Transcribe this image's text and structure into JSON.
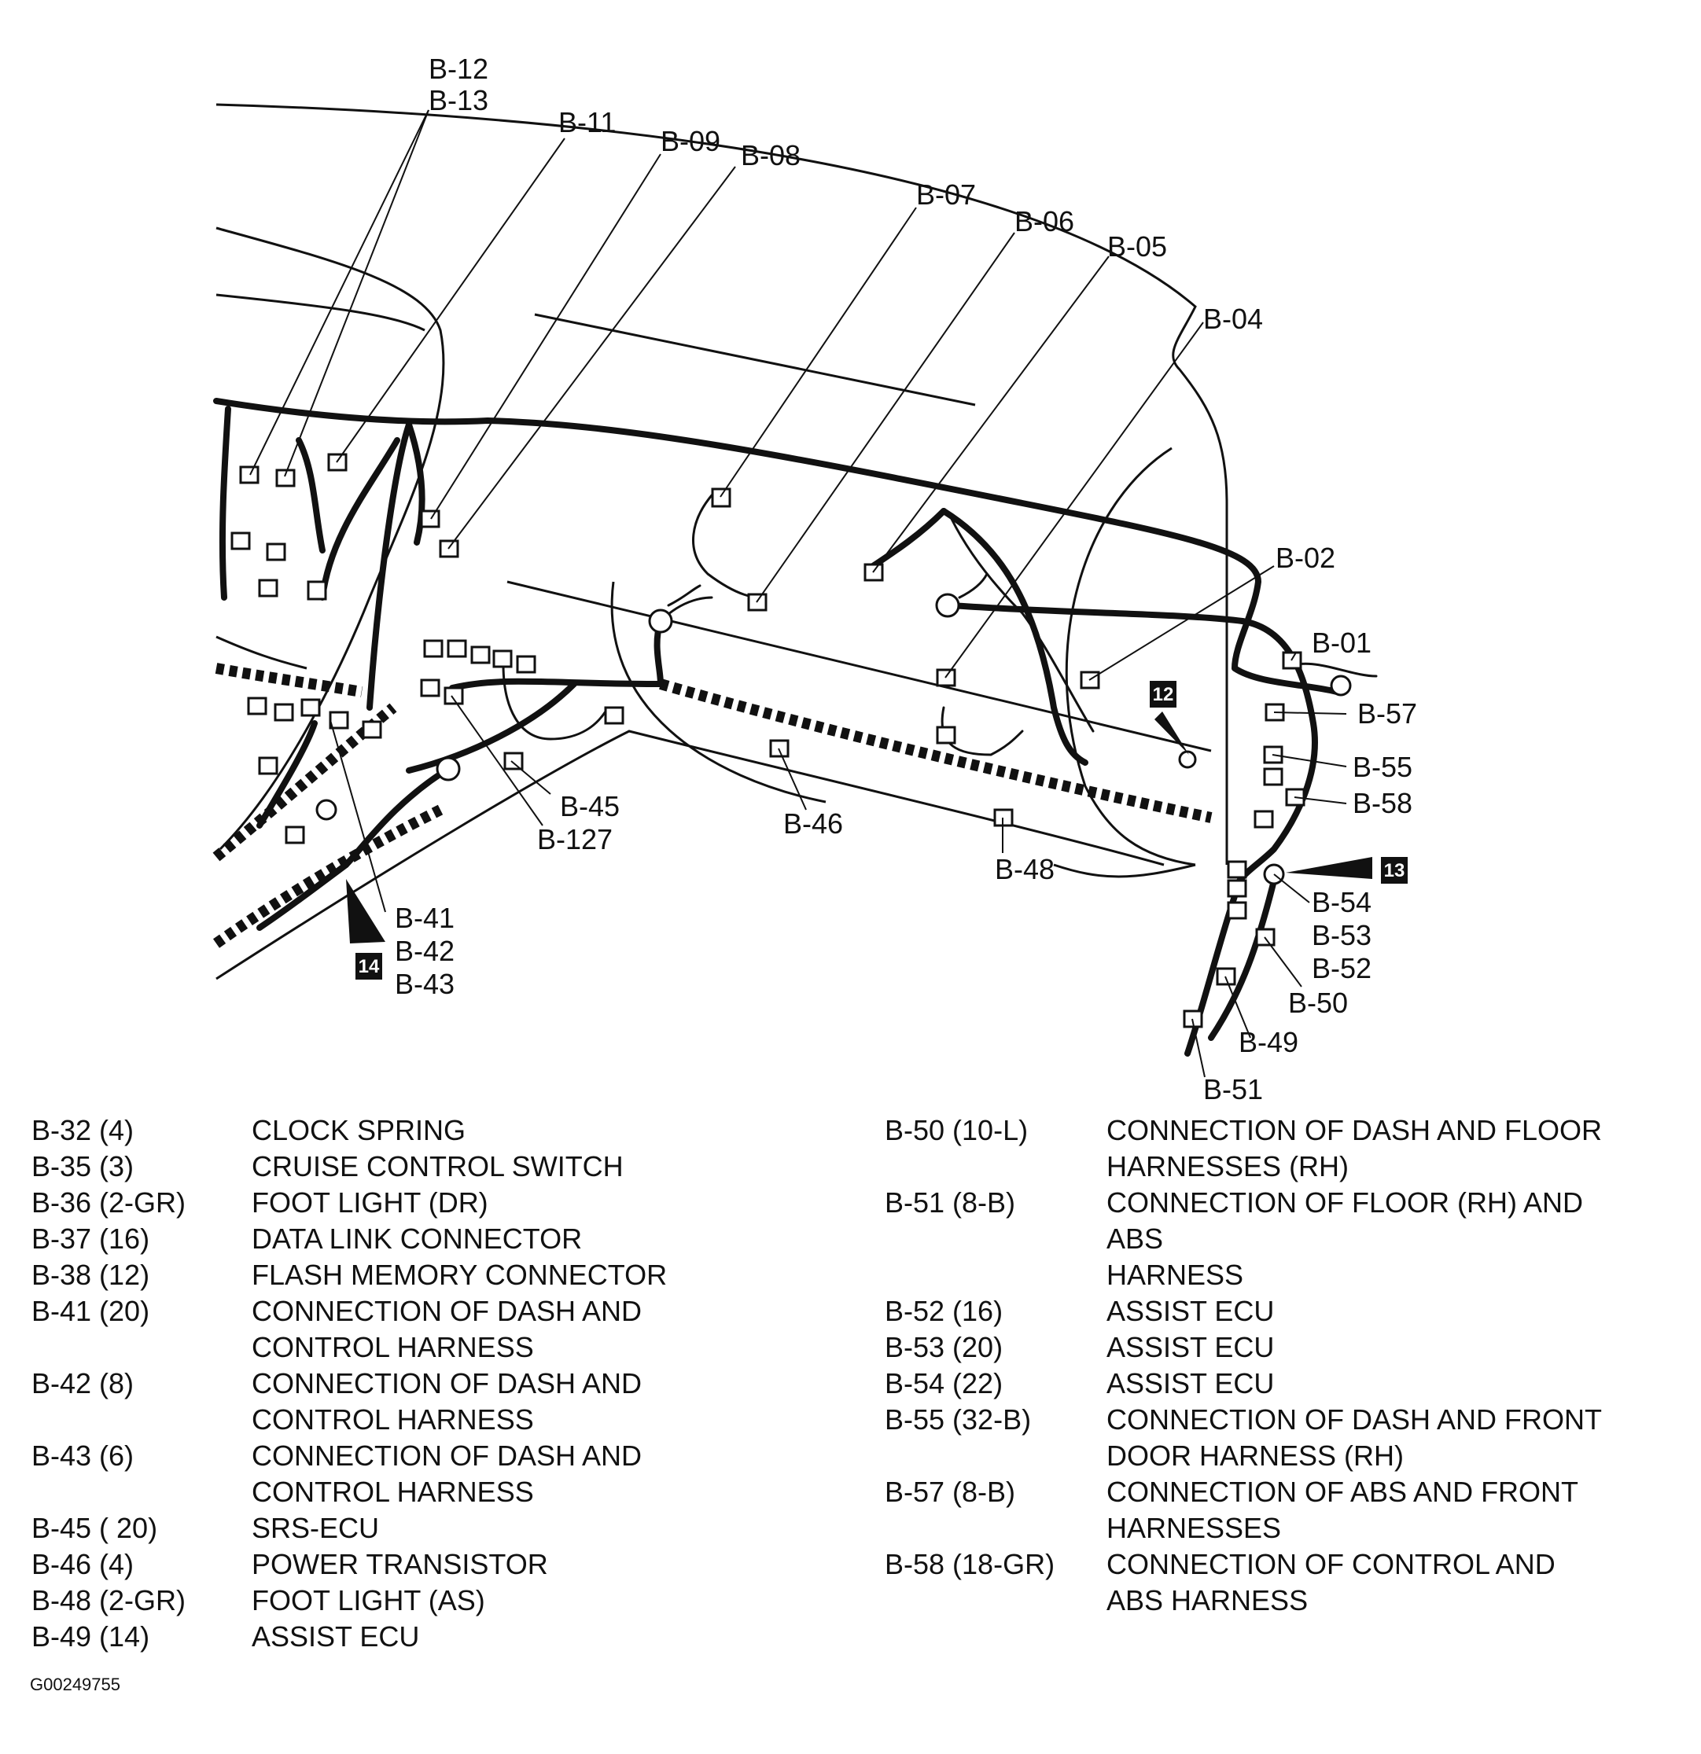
{
  "callouts": {
    "b12": "B-12",
    "b13": "B-13",
    "b11": "B-11",
    "b09": "B-09",
    "b08": "B-08",
    "b07": "B-07",
    "b06": "B-06",
    "b05": "B-05",
    "b04": "B-04",
    "b02": "B-02",
    "b01": "B-01",
    "b57": "B-57",
    "b55": "B-55",
    "b58": "B-58",
    "b54": "B-54",
    "b53": "B-53",
    "b52": "B-52",
    "b50": "B-50",
    "b49": "B-49",
    "b51": "B-51",
    "b48": "B-48",
    "b46": "B-46",
    "b45": "B-45",
    "b127": "B-127",
    "b41": "B-41",
    "b42": "B-42",
    "b43": "B-43"
  },
  "badges": {
    "badge12": "12",
    "badge13": "13",
    "badge14": "14"
  },
  "legend_left": [
    {
      "code": "B-32 (4)",
      "desc": "CLOCK SPRING"
    },
    {
      "code": "B-35 (3)",
      "desc": "CRUISE CONTROL SWITCH"
    },
    {
      "code": "B-36 (2-GR)",
      "desc": "FOOT LIGHT (DR)"
    },
    {
      "code": "B-37 (16)",
      "desc": "DATA LINK CONNECTOR"
    },
    {
      "code": "B-38 (12)",
      "desc": "FLASH MEMORY CONNECTOR"
    },
    {
      "code": "B-41 (20)",
      "desc": "CONNECTION OF DASH AND\nCONTROL HARNESS"
    },
    {
      "code": "B-42 (8)",
      "desc": "CONNECTION OF DASH AND\nCONTROL HARNESS"
    },
    {
      "code": "B-43 (6)",
      "desc": "CONNECTION OF DASH AND\nCONTROL HARNESS"
    },
    {
      "code": "B-45 ( 20)",
      "desc": "SRS-ECU"
    },
    {
      "code": "B-46 (4)",
      "desc": "POWER TRANSISTOR"
    },
    {
      "code": "B-48 (2-GR)",
      "desc": "FOOT LIGHT (AS)"
    },
    {
      "code": "B-49 (14)",
      "desc": "ASSIST ECU"
    }
  ],
  "legend_right": [
    {
      "code": "B-50 (10-L)",
      "desc": "CONNECTION OF DASH AND FLOOR\nHARNESSES (RH)"
    },
    {
      "code": "B-51 (8-B)",
      "desc": "CONNECTION OF FLOOR (RH) AND\nABS\nHARNESS"
    },
    {
      "code": "B-52 (16)",
      "desc": "ASSIST ECU"
    },
    {
      "code": "B-53 (20)",
      "desc": "ASSIST ECU"
    },
    {
      "code": "B-54 (22)",
      "desc": "ASSIST ECU"
    },
    {
      "code": "B-55 (32-B)",
      "desc": "CONNECTION OF DASH AND FRONT\nDOOR HARNESS (RH)"
    },
    {
      "code": "B-57 (8-B)",
      "desc": "CONNECTION OF ABS AND FRONT\nHARNESSES"
    },
    {
      "code": "B-58 (18-GR)",
      "desc": "CONNECTION OF CONTROL AND\nABS HARNESS"
    }
  ],
  "figure_id": "G00249755"
}
